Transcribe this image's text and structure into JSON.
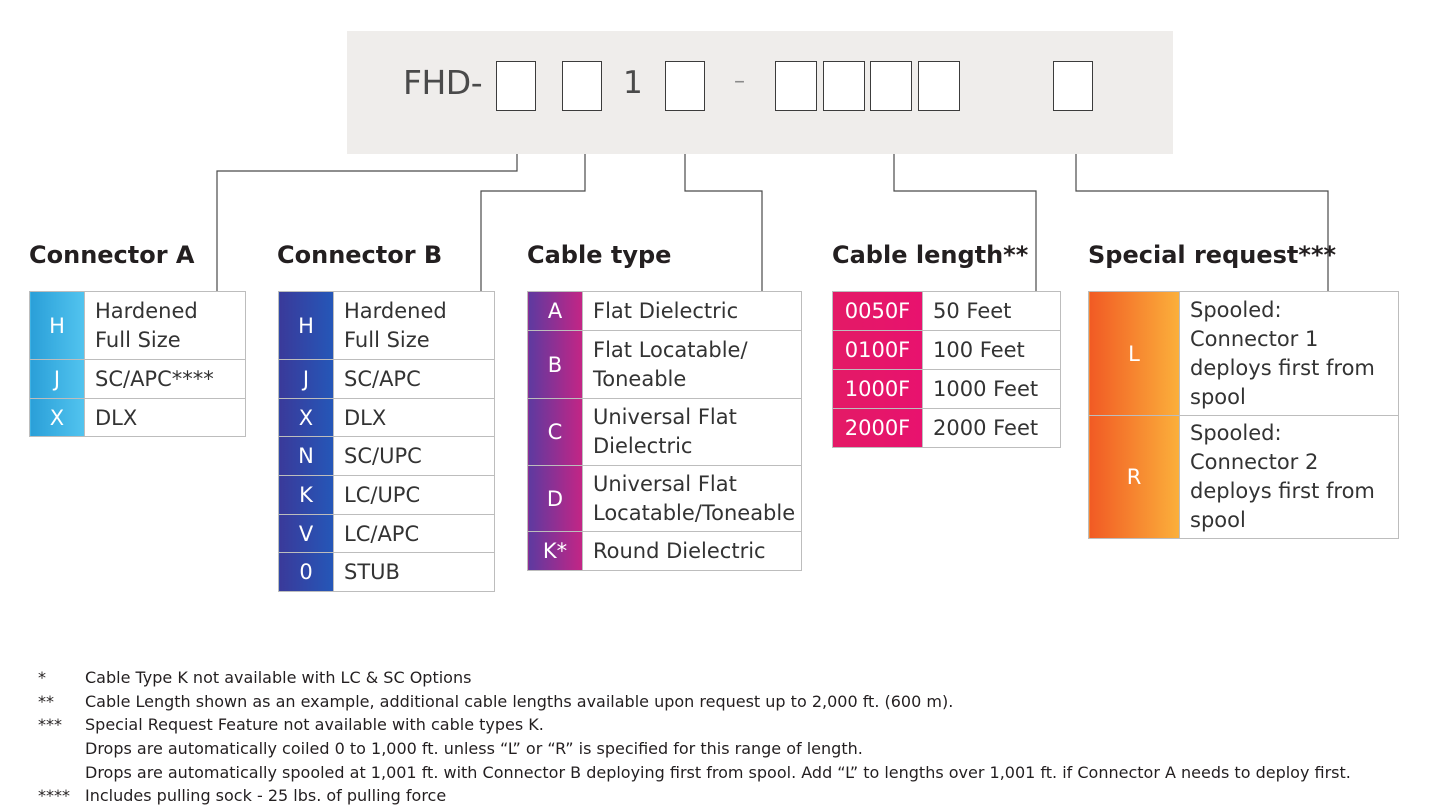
{
  "code": {
    "prefix": "FHD-",
    "fixed_digit": "1",
    "separator": "–"
  },
  "sections": [
    {
      "heading": "Connector A",
      "gradient": [
        "#2a9fd8",
        "#52c4ef"
      ],
      "rows": [
        {
          "code": "H",
          "desc": "Hardened\nFull Size"
        },
        {
          "code": "J",
          "desc": "SC/APC****"
        },
        {
          "code": "X",
          "desc": "DLX"
        }
      ]
    },
    {
      "heading": "Connector B",
      "gradient": [
        "#3a3a9a",
        "#2557b8"
      ],
      "rows": [
        {
          "code": "H",
          "desc": "Hardened\nFull Size"
        },
        {
          "code": "J",
          "desc": "SC/APC"
        },
        {
          "code": "X",
          "desc": "DLX"
        },
        {
          "code": "N",
          "desc": "SC/UPC"
        },
        {
          "code": "K",
          "desc": "LC/UPC"
        },
        {
          "code": "V",
          "desc": "LC/APC"
        },
        {
          "code": "0",
          "desc": "STUB"
        }
      ]
    },
    {
      "heading": "Cable type",
      "gradient": [
        "#5d3aa0",
        "#c42585"
      ],
      "rows": [
        {
          "code": "A",
          "desc": "Flat Dielectric"
        },
        {
          "code": "B",
          "desc": "Flat Locatable/\nToneable"
        },
        {
          "code": "C",
          "desc": "Universal Flat\nDielectric"
        },
        {
          "code": "D",
          "desc": "Universal Flat\nLocatable/Toneable"
        },
        {
          "code": "K*",
          "desc": "Round Dielectric"
        }
      ]
    },
    {
      "heading": "Cable length**",
      "gradient": [
        "#e31a66",
        "#e8126e"
      ],
      "rows": [
        {
          "code": "0050F",
          "desc": "50 Feet"
        },
        {
          "code": "0100F",
          "desc": "100 Feet"
        },
        {
          "code": "1000F",
          "desc": "1000 Feet"
        },
        {
          "code": "2000F",
          "desc": "2000 Feet"
        }
      ]
    },
    {
      "heading": "Special request***",
      "gradient": [
        "#f15a24",
        "#fbb03b"
      ],
      "rows": [
        {
          "code": "L",
          "desc": "Spooled:\nConnector 1\ndeploys first from\nspool"
        },
        {
          "code": "R",
          "desc": "Spooled:\nConnector 2\ndeploys first from\nspool"
        }
      ]
    }
  ],
  "notes": [
    {
      "mark": "*",
      "text": "Cable Type K not available with LC & SC Options"
    },
    {
      "mark": "**",
      "text": "Cable Length shown as an example, additional cable lengths available upon request up to 2,000 ft. (600 m)."
    },
    {
      "mark": "***",
      "text": "Special Request Feature not available with cable types K."
    },
    {
      "mark": "",
      "text": "Drops are automatically coiled 0 to 1,000 ft. unless “L” or “R” is specified for this range of length."
    },
    {
      "mark": "",
      "text": "Drops are automatically spooled at 1,001 ft. with Connector B deploying first from spool. Add “L” to lengths over 1,001 ft. if Connector A needs to deploy first."
    },
    {
      "mark": "****",
      "text": "Includes pulling sock - 25 lbs. of pulling force"
    }
  ]
}
